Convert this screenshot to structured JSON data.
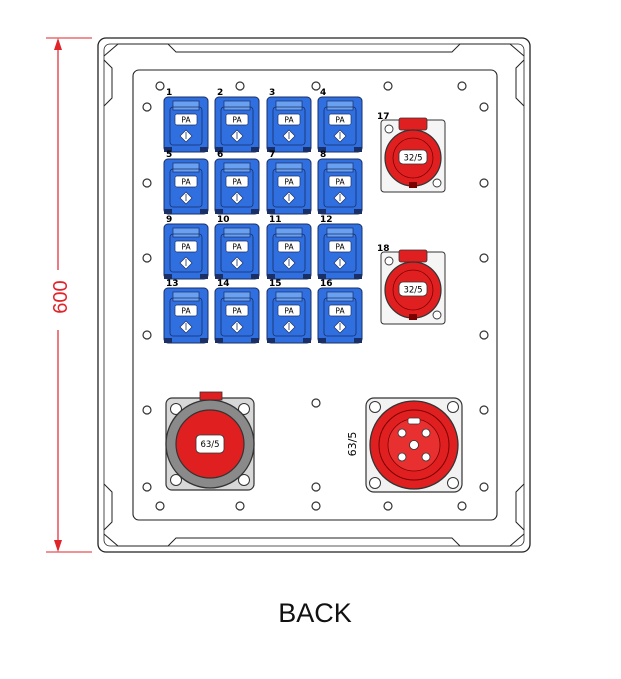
{
  "dimension": {
    "height_label": "600",
    "color": "#e0242a"
  },
  "caption": "BACK",
  "blue_sockets": {
    "color": "#2f6fe0",
    "type_label": "PA",
    "items": [
      {
        "label": "1"
      },
      {
        "label": "2"
      },
      {
        "label": "3"
      },
      {
        "label": "4"
      },
      {
        "label": "5"
      },
      {
        "label": "6"
      },
      {
        "label": "7"
      },
      {
        "label": "8"
      },
      {
        "label": "9"
      },
      {
        "label": "10"
      },
      {
        "label": "11"
      },
      {
        "label": "12"
      },
      {
        "label": "13"
      },
      {
        "label": "14"
      },
      {
        "label": "15"
      },
      {
        "label": "16"
      }
    ]
  },
  "red_sockets": {
    "color": "#e02020",
    "items": [
      {
        "label": "17",
        "rating": "32/5"
      },
      {
        "label": "18",
        "rating": "32/5"
      }
    ]
  },
  "inlet_plug": {
    "rating": "63/5",
    "body_color": "#8a8a8a",
    "face_color": "#e02020"
  },
  "inlet_socket": {
    "rating": "63/5",
    "face_color": "#e02020"
  }
}
